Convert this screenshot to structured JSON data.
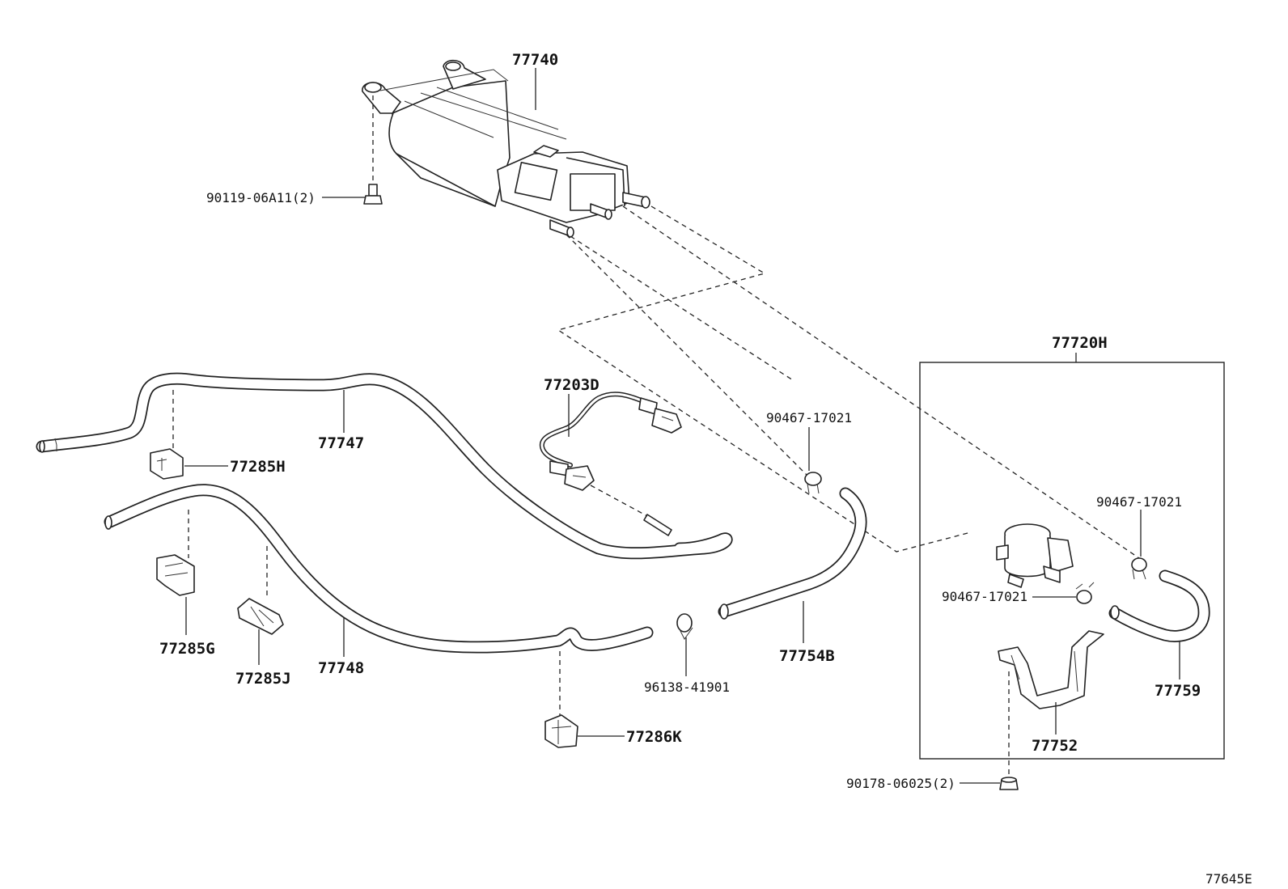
{
  "diagram_id": "77645E",
  "group_label": "77720H",
  "parts": {
    "canister": "77740",
    "canister_bolt": "90119-06A11(2)",
    "wire_harness": "77203D",
    "hose_77747": "77747",
    "hose_77748": "77748",
    "clamp_77285H": "77285H",
    "clamp_77285G": "77285G",
    "clamp_77285J": "77285J",
    "clamp_77286K": "77286K",
    "clip_96138": "96138-41901",
    "clip_90467_a": "90467-17021",
    "clip_90467_b": "90467-17021",
    "clip_90467_c": "90467-17021",
    "hose_77754B": "77754B",
    "hose_77759": "77759",
    "bracket_77752": "77752",
    "bracket_bolt": "90178-06025(2)"
  }
}
